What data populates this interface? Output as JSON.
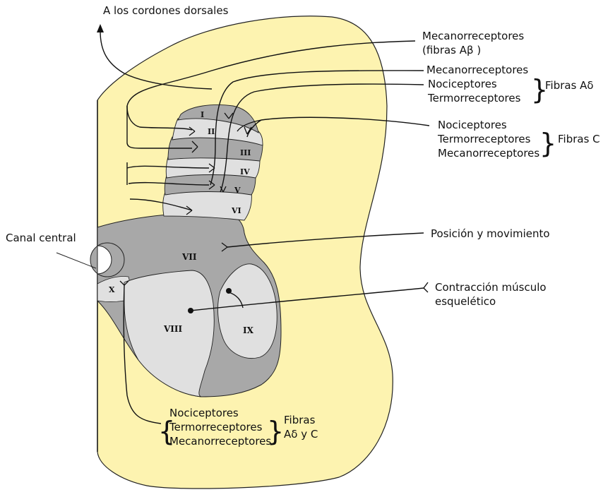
{
  "labels": {
    "dorsal_columns": "A los cordones dorsales",
    "mechanoreceptors_abeta_1": "Mecanorreceptores",
    "mechanoreceptors_abeta_2": "(fibras Aβ )",
    "adelta_mechano": "Mecanorreceptores",
    "adelta_noci": "Nociceptores",
    "adelta_thermo": "Termorreceptores",
    "adelta_group": "Fibras Aδ",
    "c_noci": "Nociceptores",
    "c_thermo": "Termorreceptores",
    "c_mechano": "Mecanorreceptores",
    "c_group": "Fibras C",
    "central_canal": "Canal central",
    "position_movement": "Posición y movimiento",
    "skeletal_contraction_1": "Contracción músculo",
    "skeletal_contraction_2": "esquelético",
    "bottom_noci": "Nociceptores",
    "bottom_thermo": "Termorreceptores",
    "bottom_mechano": "Mecanorreceptores",
    "bottom_group_1": "Fibras",
    "bottom_group_2": "Aδ y C"
  },
  "laminae": [
    "I",
    "II",
    "III",
    "IV",
    "V",
    "VI",
    "VII",
    "VIII",
    "IX",
    "X"
  ],
  "colors": {
    "white_matter": "#fdf3b0",
    "lamina_dark": "#a8a8a8",
    "lamina_light": "#e0e0e0",
    "outline": "#111111"
  }
}
